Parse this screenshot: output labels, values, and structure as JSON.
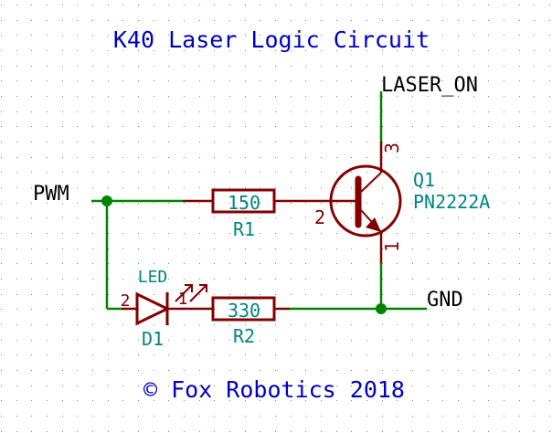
{
  "title": "K40 Laser Logic Circuit",
  "footer": "© Fox Robotics 2018",
  "colors": {
    "background": "#ffffff",
    "grid": "#848484",
    "wire": "#008400",
    "component": "#840000",
    "value_text": "#008484",
    "label_text": "#000000",
    "note_text": "#0000c2"
  },
  "labels": {
    "pwm": "PWM",
    "laser_on": "LASER_ON",
    "gnd": "GND"
  },
  "components": {
    "r1": {
      "ref": "R1",
      "value": "150"
    },
    "r2": {
      "ref": "R2",
      "value": "330"
    },
    "d1": {
      "ref": "D1",
      "value": "LED",
      "pin_anode": "2",
      "pin_cathode": "1"
    },
    "q1": {
      "ref": "Q1",
      "value": "PN2222A",
      "pin_base": "2",
      "pin_collector": "3",
      "pin_emitter": "1"
    }
  }
}
